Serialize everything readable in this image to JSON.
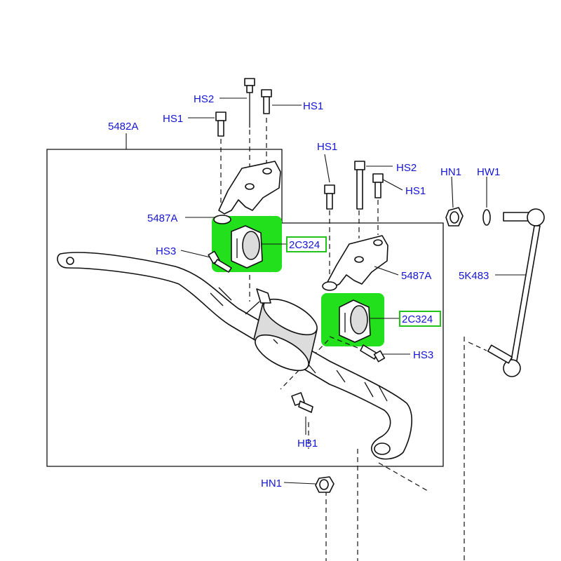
{
  "diagram": {
    "highlight_color": "#22e01c",
    "label_color": "#1414d6",
    "labels": {
      "assembly": "5482A",
      "hs2_top_left": "HS2",
      "hs1_top_right": "HS1",
      "hs1_left": "HS1",
      "bracket_left": "5487A",
      "hs3_left": "HS3",
      "bushing_left": "2C324",
      "hs1_mid": "HS1",
      "hs2_mid": "HS2",
      "hs1_mid_right": "HS1",
      "bracket_right": "5487A",
      "bushing_right": "2C324",
      "hs3_right": "HS3",
      "hb1": "HB1",
      "hn1_top": "HN1",
      "hw1": "HW1",
      "link": "5K483",
      "hn1_bottom": "HN1"
    },
    "icons": {
      "bolt": "hex-bolt-icon",
      "nut": "hex-nut-icon",
      "washer": "washer-icon",
      "bushing": "bushing-icon"
    }
  }
}
